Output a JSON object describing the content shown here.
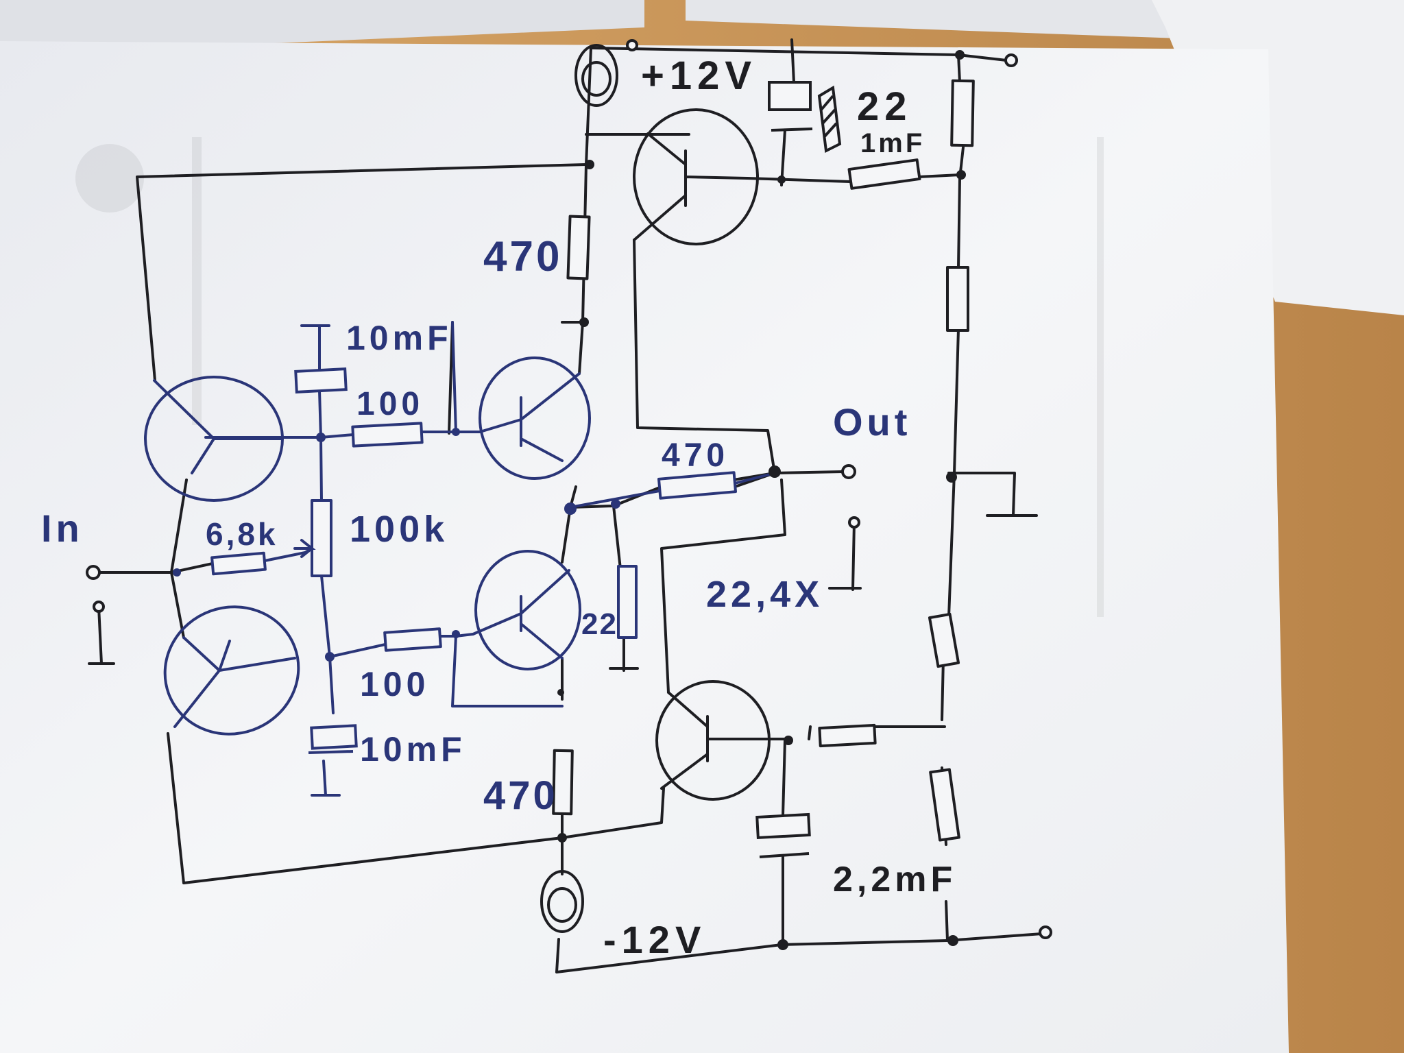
{
  "labels": {
    "supply_pos": "+12V",
    "supply_neg": "-12V",
    "input": "In",
    "output": "Out",
    "gain": "22,4X",
    "r_top": "470",
    "r_bottom": "470",
    "r_out": "470",
    "r_in": "6,8k",
    "pot": "100k",
    "r_base_top": "100",
    "r_base_bottom": "100",
    "r_emitter": "22",
    "cap_top": "10mF",
    "cap_bottom": "10mF",
    "cap_right_top": "22",
    "cap_right_top_unit": "1mF",
    "cap_right_bottom": "2,2mF"
  },
  "colors": {
    "paper": "#f3f4f7",
    "ink_black": "#1e1e22",
    "ink_blue": "#2a3578",
    "desk": "#c9955a"
  }
}
